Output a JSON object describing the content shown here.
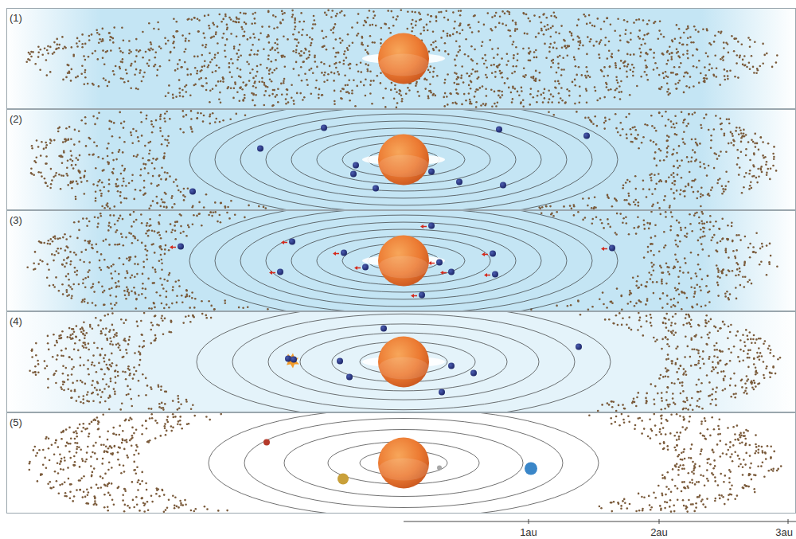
{
  "diagram": {
    "labels": [
      "(1)",
      "(2)",
      "(3)",
      "(4)",
      "(5)",
      "1au",
      "2au",
      "3au"
    ]
  }
}
